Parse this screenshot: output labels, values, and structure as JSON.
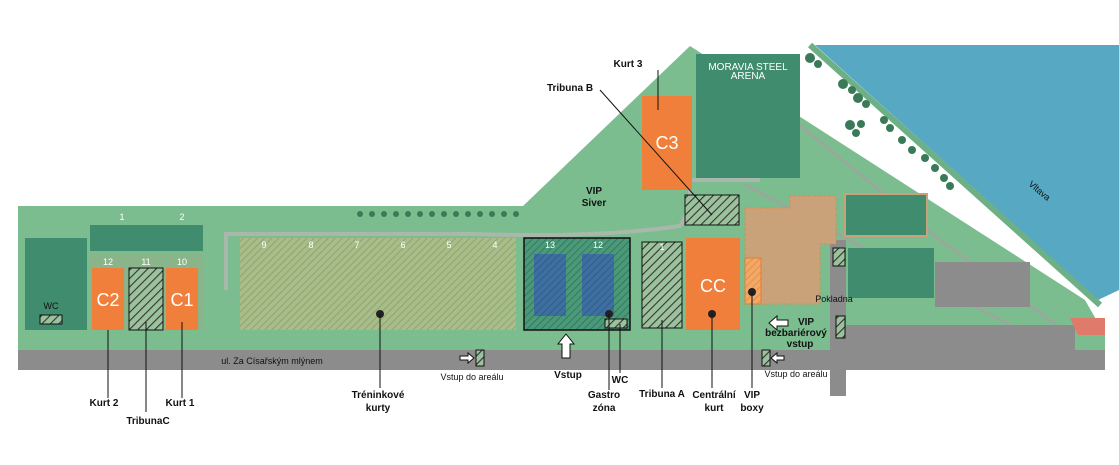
{
  "arena": {
    "line1": "MORAVIA STEEL",
    "line2": "ARENA"
  },
  "river": "Vltava",
  "street": "ul. Za Císařským mlýnem",
  "courts": {
    "c1": "C1",
    "c2": "C2",
    "c3": "C3",
    "cc": "CC",
    "nums_top": [
      "1",
      "2"
    ],
    "nums_left": [
      "12",
      "11",
      "10"
    ],
    "nums_training": [
      "9",
      "8",
      "7",
      "6",
      "5",
      "4"
    ],
    "nums_mid": [
      "13",
      "12"
    ],
    "num_tribuna_a": "1"
  },
  "labels": {
    "wc_left": "WC",
    "kurt3": "Kurt 3",
    "tribuna_b": "Tribuna B",
    "vip_silver_1": "VIP",
    "vip_silver_2": "Siver",
    "pokladna": "Pokladna",
    "vip_barrier_1": "VIP",
    "vip_barrier_2": "bezbariérový",
    "vip_barrier_3": "vstup",
    "vstup_left": "Vstup do areálu",
    "vstup_right": "Vstup do areálu",
    "vstup_main": "Vstup",
    "kurt2": "Kurt 2",
    "tribuna_c": "TribunaC",
    "kurt1": "Kurt 1",
    "treninkove_1": "Tréninkové",
    "treninkove_2": "kurty",
    "gastro_1": "Gastro",
    "gastro_2": "zóna",
    "wc_mid": "WC",
    "tribuna_a": "Tribuna A",
    "centralni_1": "Centrální",
    "centralni_2": "kurt",
    "vip_boxy_1": "VIP",
    "vip_boxy_2": "boxy"
  },
  "colors": {
    "ground": "#7bbd8f",
    "dark_green": "#3f8c6f",
    "court_orange": "#f07f3c",
    "road": "#8c8c8c",
    "river": "#57a8c2",
    "beige": "#c9a27a"
  }
}
